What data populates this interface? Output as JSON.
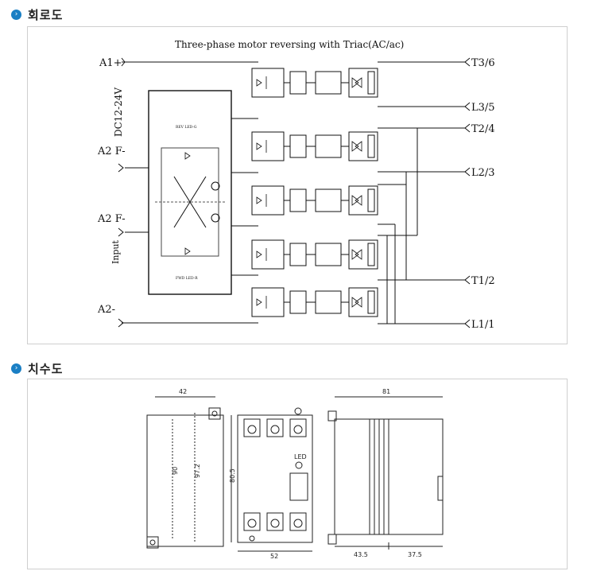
{
  "sections": {
    "circuit": {
      "title": "회로도"
    },
    "dimensions": {
      "title": "치수도"
    }
  },
  "circuit": {
    "title": "Three-phase motor reversing with Triac(AC/ac)",
    "terminals_left": {
      "a1": "A1+",
      "a2f_top": "A2 F-",
      "a2f_bottom": "A2 F-",
      "a2": "A2-",
      "supply": "DC12-24V",
      "input": "Input"
    },
    "terminals_right": {
      "t3": "T3/6",
      "l3": "L3/5",
      "t2": "T2/4",
      "l2": "L2/3",
      "t1": "T1/2",
      "l1": "L1/1"
    },
    "led_labels": {
      "rev": "REV LED-G",
      "fwd": "FWD LED-R"
    }
  },
  "dimensions": {
    "width_top": "42",
    "height_inner": "90",
    "height_outer": "97.2",
    "front_height": "80.5",
    "front_width": "52",
    "led": "LED",
    "side_total": "81",
    "side_left": "43.5",
    "side_right": "37.5"
  },
  "icons": {
    "bullet": "chevron-right-icon"
  }
}
